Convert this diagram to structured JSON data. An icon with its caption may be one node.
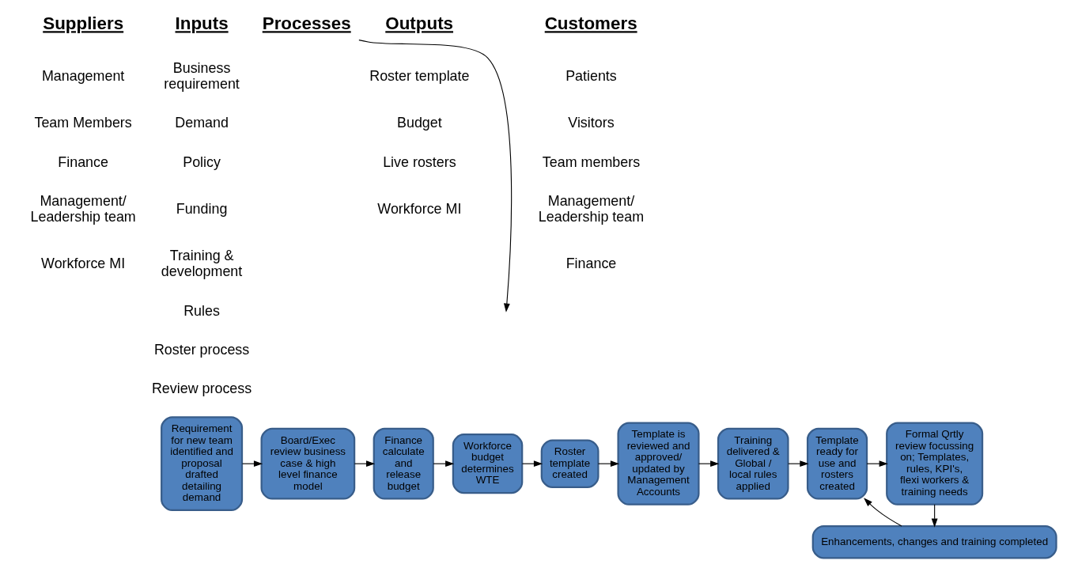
{
  "diagram": {
    "nodes": [
      {
        "text": [
          "Processes"
        ]
      },
      {
        "text": [
          "Requirement for new team identified and proposal drafted detailing demand"
        ]
      },
      {
        "text": [
          "Board/Exec review business case & high level finance model"
        ]
      },
      {
        "text": [
          "Finance calculate and release budget"
        ]
      },
      {
        "text": [
          "Workforce budget determines WTE"
        ]
      },
      {
        "text": [
          "Roster template created"
        ]
      },
      {
        "text": [
          "Template is reviewed and approved/ updated by Management Accounts"
        ]
      },
      {
        "text": [
          "Training delivered & Global / local rules applied"
        ]
      },
      {
        "text": [
          "Template ready for use and rosters created"
        ]
      },
      {
        "text": [
          "Formal Qrtly review focussing on; Templates, rules, KPI's, flexi workers & training needs"
        ]
      },
      {
        "text": [
          "Enhancements, changes and training completed"
        ]
      }
    ],
    "edges": [
      {
        "from": 0,
        "to": null,
        "arrow": "to"
      },
      {
        "from": 1,
        "to": 2,
        "arrow": "to"
      },
      {
        "from": 2,
        "to": 3,
        "arrow": "to"
      },
      {
        "from": 3,
        "to": 4,
        "arrow": "to"
      },
      {
        "from": 4,
        "to": 5,
        "arrow": "to"
      },
      {
        "from": 5,
        "to": 6,
        "arrow": "to"
      },
      {
        "from": 6,
        "to": 7,
        "arrow": "to"
      },
      {
        "from": 7,
        "to": 8,
        "arrow": "to"
      },
      {
        "from": 8,
        "to": 9,
        "arrow": "to"
      },
      {
        "from": 9,
        "to": 10,
        "arrow": "to"
      },
      {
        "from": 10,
        "to": 8,
        "arrow": "to"
      }
    ],
    "labels": [
      "Suppliers",
      "Management",
      "Team Members",
      "Finance",
      "Management/ Leadership team",
      "Workforce MI",
      "Inputs",
      "Business requirement",
      "Demand",
      "Policy",
      "Funding",
      "Training & development",
      "Rules",
      "Roster process",
      "Review process",
      "Outputs",
      "Roster template",
      "Budget",
      "Live rosters",
      "Workforce MI",
      "Customers",
      "Patients",
      "Visitors",
      "Team members",
      "Management/ Leadership team",
      "Finance"
    ]
  }
}
